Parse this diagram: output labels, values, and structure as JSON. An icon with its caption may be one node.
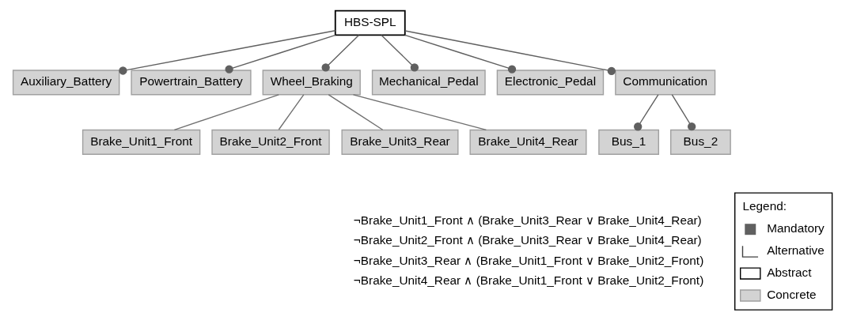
{
  "diagram": {
    "nodes": [
      {
        "text": [
          "HBS-SPL"
        ]
      },
      {
        "text": [
          "Auxiliary_Battery"
        ]
      },
      {
        "text": [
          "Powertrain_Battery"
        ]
      },
      {
        "text": [
          "Wheel_Braking"
        ]
      },
      {
        "text": [
          "Mechanical_Pedal"
        ]
      },
      {
        "text": [
          "Electronic_Pedal"
        ]
      },
      {
        "text": [
          "Communication"
        ]
      },
      {
        "text": [
          "Brake_Unit1_Front"
        ]
      },
      {
        "text": [
          "Brake_Unit2_Front"
        ]
      },
      {
        "text": [
          "Brake_Unit3_Rear"
        ]
      },
      {
        "text": [
          "Brake_Unit4_Rear"
        ]
      },
      {
        "text": [
          "Bus_1"
        ]
      },
      {
        "text": [
          "Bus_2"
        ]
      }
    ],
    "edges": [
      {
        "from": 0,
        "to": 1,
        "arrow": "other"
      },
      {
        "from": 0,
        "to": 2,
        "arrow": "other"
      },
      {
        "from": 0,
        "to": 3,
        "arrow": "other"
      },
      {
        "from": 0,
        "to": 4,
        "arrow": "other"
      },
      {
        "from": 0,
        "to": 5,
        "arrow": "other"
      },
      {
        "from": 0,
        "to": 6,
        "arrow": "other"
      },
      {
        "from": 3,
        "to": 7,
        "arrow": "none"
      },
      {
        "from": 3,
        "to": 8,
        "arrow": "none"
      },
      {
        "from": 3,
        "to": 9,
        "arrow": "none"
      },
      {
        "from": 3,
        "to": 10,
        "arrow": "none"
      },
      {
        "from": 6,
        "to": 11,
        "arrow": "other"
      },
      {
        "from": 6,
        "to": 12,
        "arrow": "other"
      }
    ],
    "labels": [
      "¬Brake_Unit1_Front ∧ (Brake_Unit3_Rear ∨ Brake_Unit4_Rear)",
      "¬Brake_Unit2_Front ∧ (Brake_Unit3_Rear ∨ Brake_Unit4_Rear)",
      "¬Brake_Unit3_Rear ∧ (Brake_Unit1_Front ∨ Brake_Unit2_Front)",
      "¬Brake_Unit4_Rear ∧ (Brake_Unit1_Front ∨ Brake_Unit2_Front)",
      "Legend:"
    ],
    "legend": [
      {
        "text": "Mandatory"
      },
      {
        "text": "Alternative"
      },
      {
        "text": "Abstract"
      },
      {
        "text": "Concrete",
        "color": "#d3d3d3"
      }
    ]
  }
}
